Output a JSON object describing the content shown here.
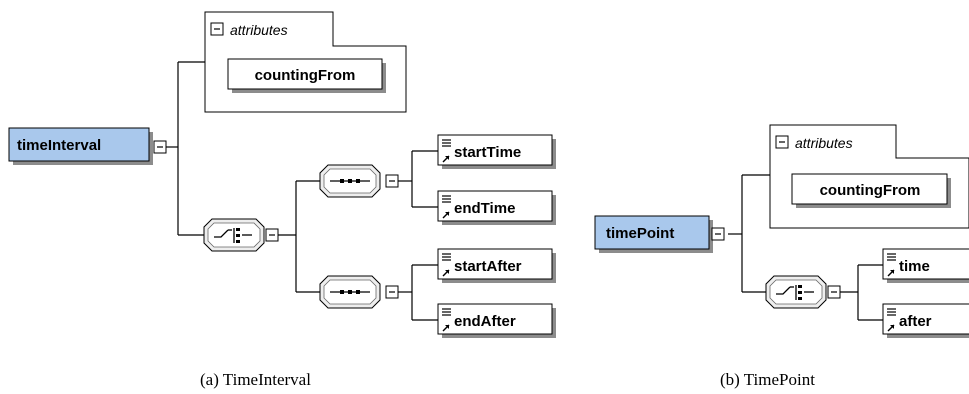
{
  "diagram_a": {
    "root_label": "timeInterval",
    "attributes_header": "attributes",
    "attribute_label": "countingFrom",
    "elements": [
      "startTime",
      "endTime",
      "startAfter",
      "endAfter"
    ],
    "caption": "(a)  TimeInterval"
  },
  "diagram_b": {
    "root_label": "timePoint",
    "attributes_header": "attributes",
    "attribute_label": "countingFrom",
    "elements": [
      "time",
      "after"
    ],
    "caption": "(b)  TimePoint"
  },
  "colors": {
    "root_fill": "#a9c8ec",
    "line": "#000000",
    "shadow": "#8c8c8c"
  },
  "icons": {
    "collapse": "minus-box-icon",
    "choice": "choice-connector-icon",
    "sequence": "sequence-connector-icon",
    "element": "element-reference-icon"
  }
}
